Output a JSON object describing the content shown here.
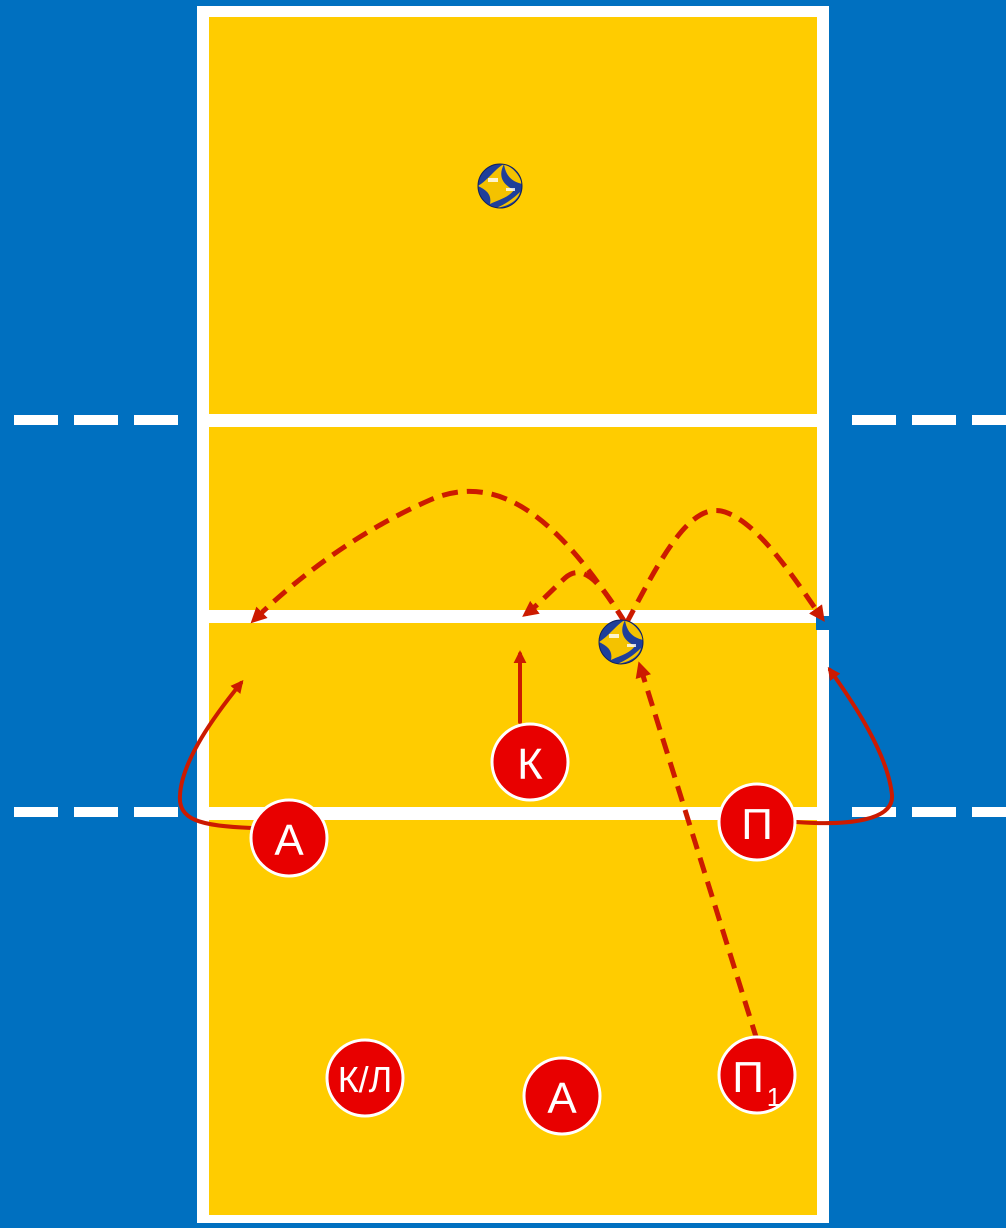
{
  "colors": {
    "background": "#0070c0",
    "court": "#ffcc00",
    "lines": "#ffffff",
    "player_fill": "#e80000",
    "player_text": "#ffffff",
    "arrow": "#cc1a00"
  },
  "players": {
    "setter": {
      "label": "К"
    },
    "attacker_left": {
      "label": "А"
    },
    "receiver_right": {
      "label": "П"
    },
    "libero": {
      "label": "К/Л"
    },
    "attacker_back": {
      "label": "А"
    },
    "receiver_back": {
      "label": "П",
      "subscript": "1"
    }
  },
  "icons": {
    "ball_opponent": "volleyball-icon",
    "ball_pass": "volleyball-icon"
  }
}
